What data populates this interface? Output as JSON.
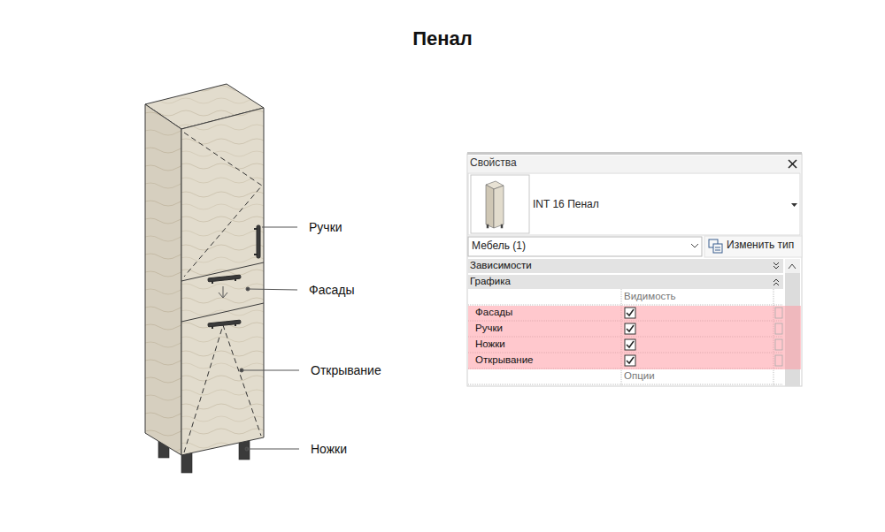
{
  "diagram": {
    "title": "Пенал",
    "labels": [
      "Ручки",
      "Фасады",
      "Открывание",
      "Ножки",
      "Свойства",
      "INT 16 Пенал",
      "Мебель (1)",
      "Изменить тип",
      "Зависимости",
      "Графика",
      "Видимость",
      "Фасады",
      "Ручки",
      "Ножки",
      "Открывание",
      "Опции"
    ]
  }
}
